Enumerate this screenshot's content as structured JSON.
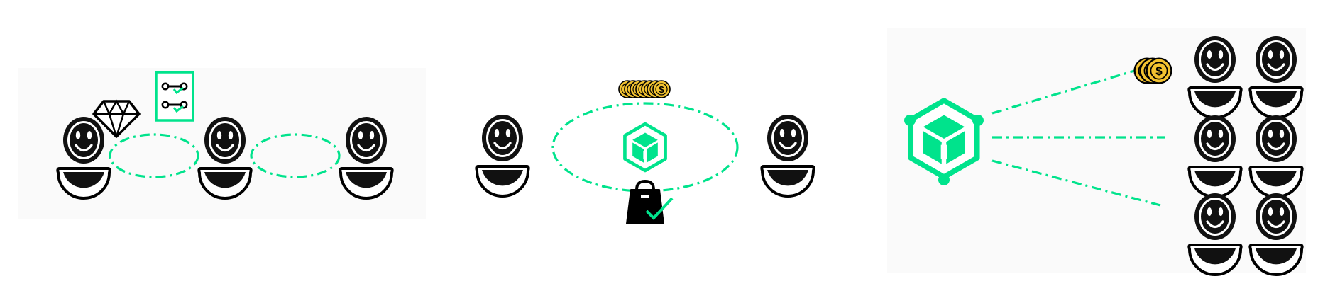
{
  "colors": {
    "accent": "#00e38c",
    "ink": "#000000",
    "coin": "#f2c230",
    "panel": "#fafafa",
    "background": "#ffffff"
  },
  "panels": [
    {
      "id": "peer-to-peer",
      "icons": [
        "person-icon",
        "person-icon",
        "person-icon",
        "diamond-icon",
        "contract-icon"
      ]
    },
    {
      "id": "marketplace",
      "icons": [
        "person-icon",
        "person-icon",
        "coin-stack-icon",
        "blockchain-cube-icon",
        "shopping-bag-icon"
      ]
    },
    {
      "id": "one-to-many",
      "icons": [
        "blockchain-cube-icon",
        "coin-stack-icon",
        "person-icon",
        "person-icon",
        "person-icon",
        "person-icon",
        "person-icon",
        "person-icon"
      ]
    }
  ],
  "coin_symbol": "$"
}
